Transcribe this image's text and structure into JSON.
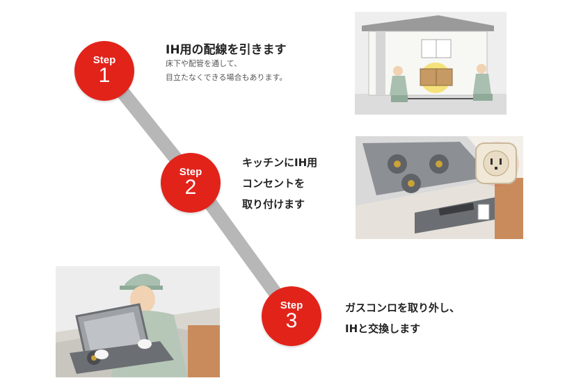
{
  "steps": [
    {
      "word": "Step",
      "number": "1",
      "lines": [
        "IH用の配線を引きます"
      ],
      "sub": [
        "床下や配管を通して、",
        "目立たなくできる場合もあります。"
      ]
    },
    {
      "word": "Step",
      "number": "2",
      "lines": [
        "キッチンにIH用",
        "コンセントを",
        "取り付けます"
      ]
    },
    {
      "word": "Step",
      "number": "3",
      "lines": [
        "ガスコンロを取り外し、",
        "IHと交換します"
      ]
    }
  ],
  "colors": {
    "accent": "#e2231a",
    "connector": "#b7b7b7"
  }
}
